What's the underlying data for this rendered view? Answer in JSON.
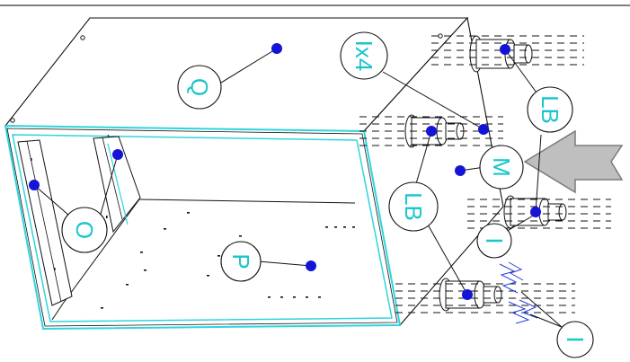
{
  "colors": {
    "line": "#111111",
    "cyan_edge": "#2fd4dd",
    "callout_text": "#19c6cc",
    "dot": "#1414d6",
    "arrow_fill": "#bfbfbf",
    "arrow_stroke": "#7a7a7a",
    "spring_blue": "#2a3fd8"
  },
  "callouts": {
    "q": "Q",
    "ix4": "Ix4",
    "lb_top": "LB",
    "m": "M",
    "lb_left": "LB",
    "o": "O",
    "p": "P",
    "i_mid": "I",
    "i_bottom": "I"
  },
  "icons": {
    "direction_arrow": "left-arrow-icon",
    "spring_clip": "spring-clip-icon"
  }
}
